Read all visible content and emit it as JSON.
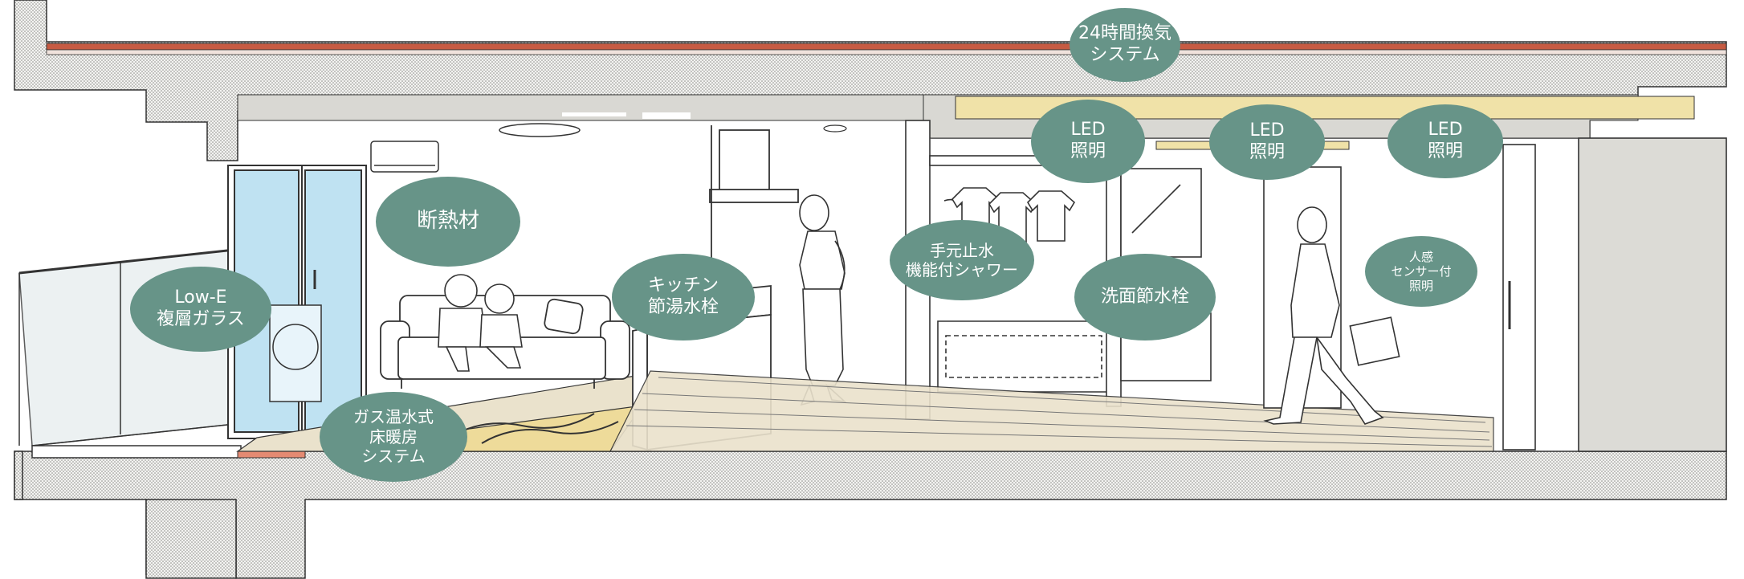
{
  "colors": {
    "bubble": "#679488",
    "bubble_text": "#ffffff",
    "concrete": "#e9e9e6",
    "glass": "#bfe2f2",
    "wood_floor": "#eae2cc",
    "heating": "#eedb9a",
    "duct": "#f0e2a8",
    "ceiling": "#d9d8d3",
    "roof_line": "#c75b43"
  },
  "labels": {
    "ventilation": [
      "24時間換気",
      "システム"
    ],
    "led_1": [
      "LED",
      "照明"
    ],
    "led_2": [
      "LED",
      "照明"
    ],
    "led_3": [
      "LED",
      "照明"
    ],
    "insulation": [
      "断熱材"
    ],
    "low_e_glass": [
      "Low-E",
      "複層ガラス"
    ],
    "kitchen_faucet": [
      "キッチン",
      "節湯水栓"
    ],
    "shower": [
      "手元止水",
      "機能付シャワー"
    ],
    "washbasin_faucet": [
      "洗面節水栓"
    ],
    "motion_sensor": [
      "人感",
      "センサー付",
      "照明"
    ],
    "floor_heating": [
      "ガス温水式",
      "床暖房",
      "システム"
    ]
  }
}
